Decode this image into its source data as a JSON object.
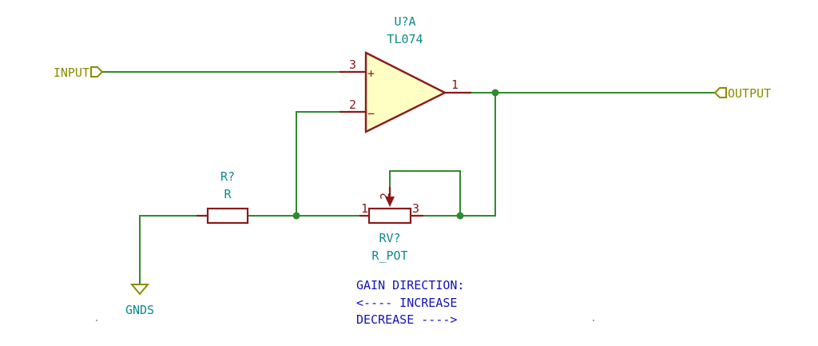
{
  "colors": {
    "wire": "#2e8b2e",
    "component": "#8b1a1a",
    "component_fill": "#ffffc4",
    "reference_text": "#108a8a",
    "port_text": "#8b8b00",
    "note_text": "#1414b8"
  },
  "opamp": {
    "ref": "U?A",
    "value": "TL074",
    "pin_noninverting": "3",
    "pin_inverting": "2",
    "pin_output": "1",
    "plus_sign": "+",
    "minus_sign": "−"
  },
  "resistor": {
    "ref": "R?",
    "value": "R"
  },
  "potentiometer": {
    "ref": "RV?",
    "value": "R_POT",
    "pin_1": "1",
    "pin_2": "2",
    "pin_3": "3"
  },
  "ports": {
    "input": "INPUT",
    "output": "OUTPUT",
    "ground": "GNDS"
  },
  "note": {
    "line1": "GAIN DIRECTION:",
    "line2": "<---- INCREASE",
    "line3": "DECREASE ---->"
  }
}
